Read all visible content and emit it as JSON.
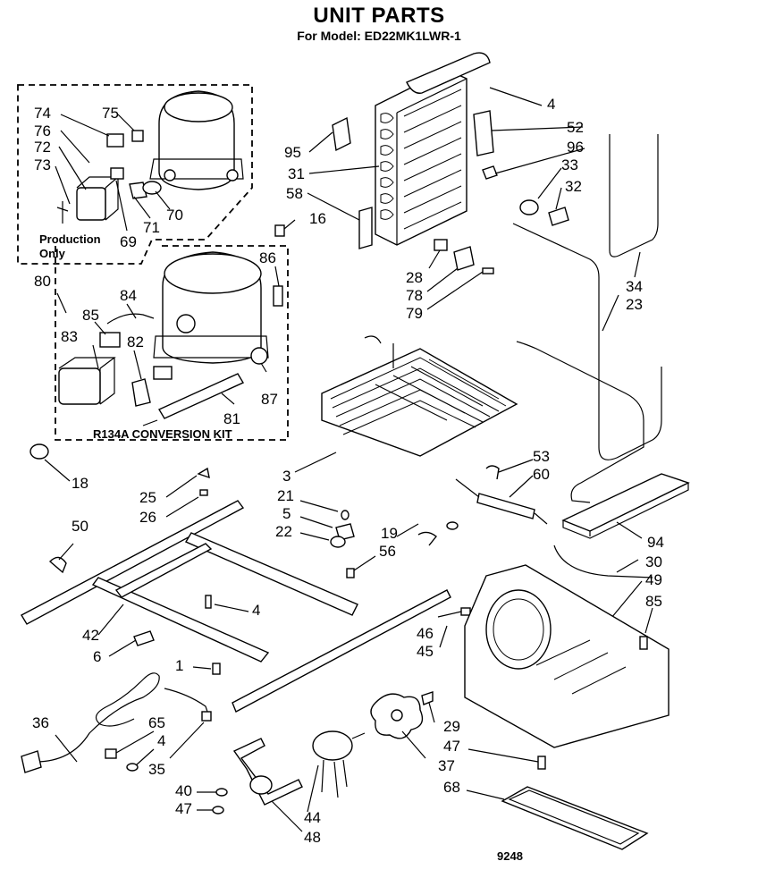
{
  "header": {
    "title": "UNIT PARTS",
    "subtitle": "For Model: ED22MK1LWR-1"
  },
  "notes": {
    "production_line1": "Production",
    "production_line2": "Only",
    "kit": "R134A CONVERSION KIT",
    "figure_code": "9248"
  },
  "part_labels": {
    "p74": "74",
    "p75": "75",
    "p76": "76",
    "p72": "72",
    "p73": "73",
    "p69": "69",
    "p71": "71",
    "p70": "70",
    "p80": "80",
    "p84": "84",
    "p85": "85",
    "p83": "83",
    "p82": "82",
    "p86": "86",
    "p87": "87",
    "p81": "81",
    "p16": "16",
    "p4a": "4",
    "p52": "52",
    "p96": "96",
    "p33": "33",
    "p32": "32",
    "p95": "95",
    "p31": "31",
    "p58": "58",
    "p28": "28",
    "p78": "78",
    "p79": "79",
    "p34": "34",
    "p23": "23",
    "p3": "3",
    "p53": "53",
    "p60": "60",
    "p18": "18",
    "p25": "25",
    "p26": "26",
    "p50": "50",
    "p21": "21",
    "p5": "5",
    "p22": "22",
    "p19": "19",
    "p56": "56",
    "p94": "94",
    "p30": "30",
    "p49": "49",
    "p85b": "85",
    "p4b": "4",
    "p42": "42",
    "p6": "6",
    "p46": "46",
    "p45": "45",
    "p1": "1",
    "p36": "36",
    "p65": "65",
    "p4c": "4",
    "p35": "35",
    "p29": "29",
    "p47a": "47",
    "p37": "37",
    "p68": "68",
    "p40": "40",
    "p47b": "47",
    "p44": "44",
    "p48": "48"
  }
}
